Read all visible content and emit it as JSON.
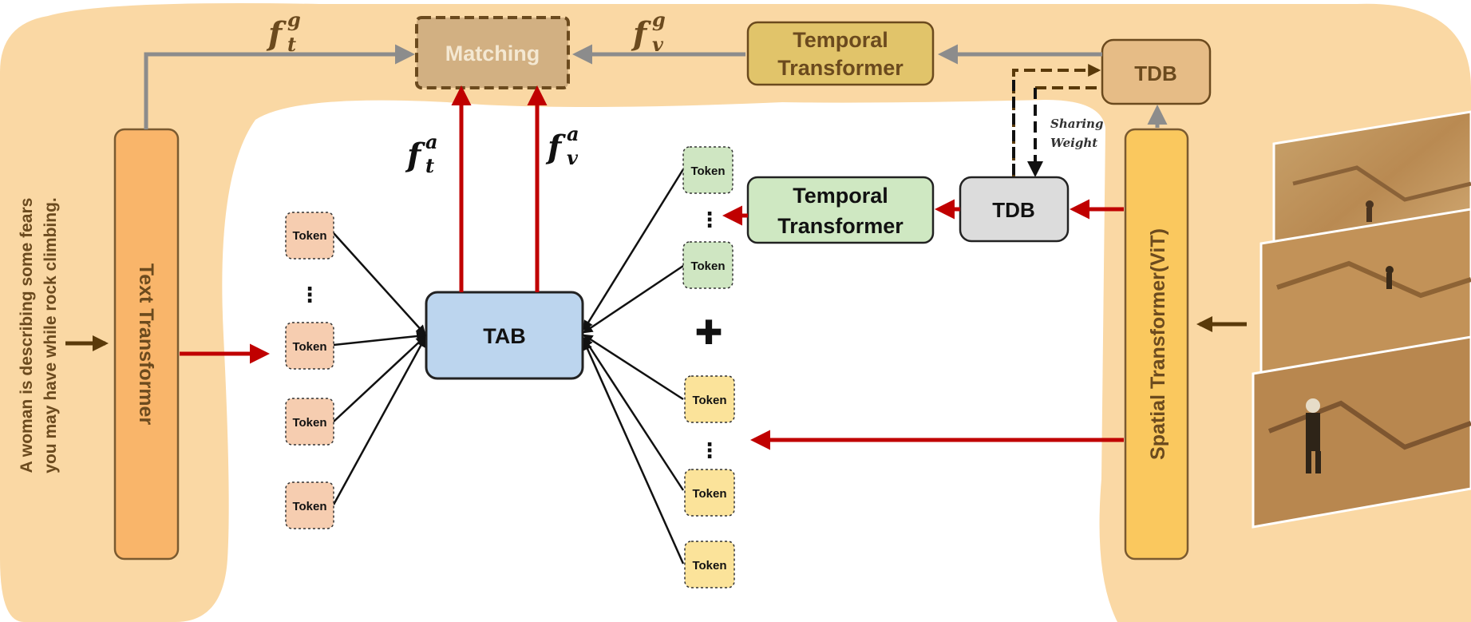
{
  "caption": {
    "line1": "A woman is describing some fears",
    "line2": "you may have while rock climbing."
  },
  "blocks": {
    "text_transformer": "Text Transformer",
    "spatial_transformer": "Spatial Transformer(ViT)",
    "tab": "TAB",
    "matching": "Matching",
    "temporal_transformer_top": {
      "line1": "Temporal",
      "line2": "Transformer"
    },
    "temporal_transformer_mid": {
      "line1": "Temporal",
      "line2": "Transformer"
    },
    "tdb_top": "TDB",
    "tdb_mid": "TDB"
  },
  "features": {
    "f_t_g": {
      "base": "f",
      "sub": "t",
      "sup": "g"
    },
    "f_v_g": {
      "base": "f",
      "sub": "v",
      "sup": "g"
    },
    "f_t_a": {
      "base": "f",
      "sub": "t",
      "sup": "a"
    },
    "f_v_a": {
      "base": "f",
      "sub": "v",
      "sup": "a"
    }
  },
  "sharing_weight": {
    "line1": "Sharing",
    "line2": "Weight"
  },
  "token_label": "Token",
  "ellipsis": "⋮",
  "plus": "✚",
  "colors": {
    "background_region": "#fad8a4",
    "text_transformer_fill": "#f9b56a",
    "spatial_fill": "#fac85e",
    "tab_fill": "#bcd5ee",
    "temporal_top_fill": "#e1c46a",
    "temporal_mid_fill": "#cfe8c2",
    "tdb_top_fill": "#e6bc86",
    "tdb_mid_fill": "#dcdcdc",
    "matching_fill": "#d2b082",
    "text_token_fill": "#f6cdb0",
    "temporal_token_fill": "#cfe6c2",
    "spatial_token_fill": "#fbe39a",
    "red_arrow": "#c00000",
    "gray_arrow": "#8c8c8c",
    "brown_arrow": "#5a3a0a"
  }
}
